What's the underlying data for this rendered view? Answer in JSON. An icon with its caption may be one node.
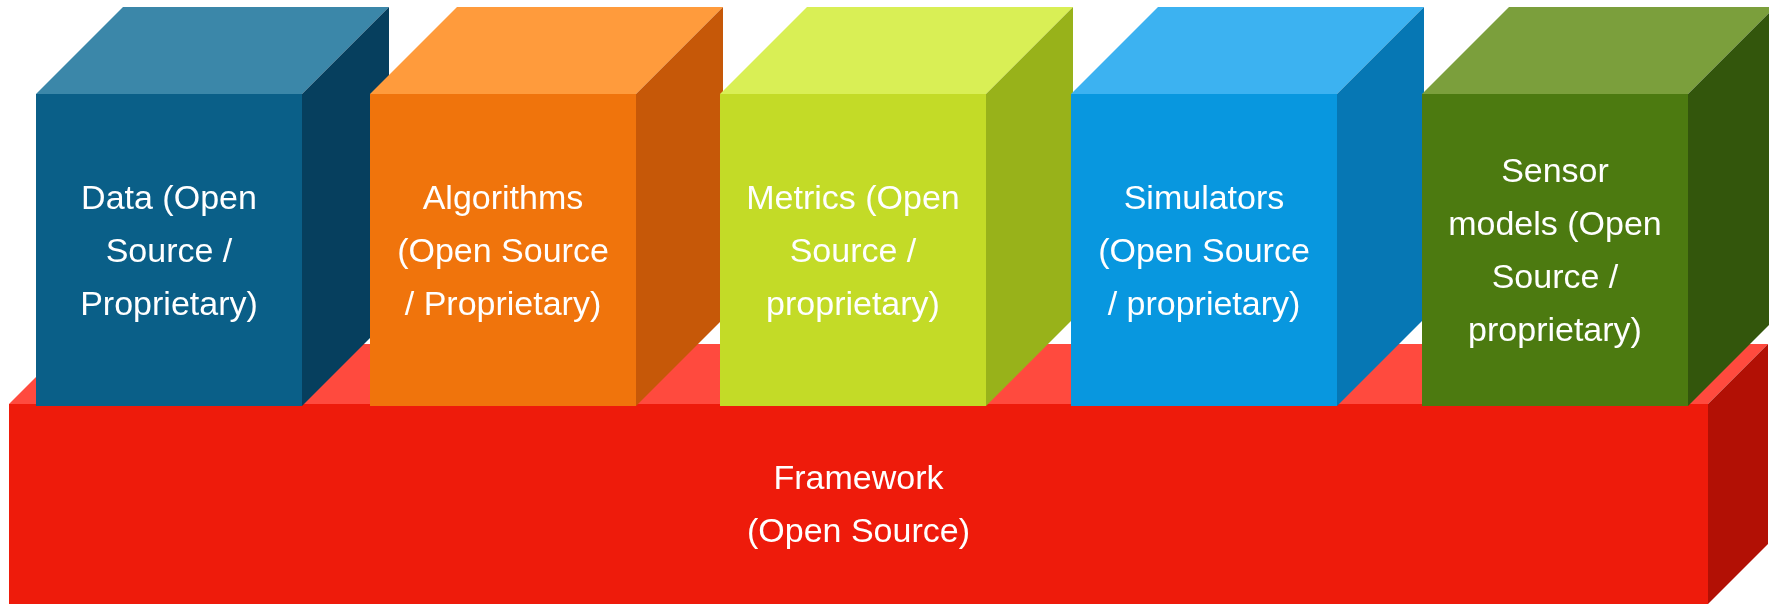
{
  "diagram": {
    "nodes": [
      {
        "text": [
          "Data (Open Source / Proprietary)"
        ]
      },
      {
        "text": [
          "Algorithms (Open Source / Proprietary)"
        ]
      },
      {
        "text": [
          "Metrics (Open Source / proprietary)"
        ]
      },
      {
        "text": [
          "Simulators (Open Source / proprietary)"
        ]
      },
      {
        "text": [
          "Sensor models (Open Source / proprietary)"
        ]
      },
      {
        "text": [
          "Framework (Open Source)"
        ]
      }
    ]
  }
}
